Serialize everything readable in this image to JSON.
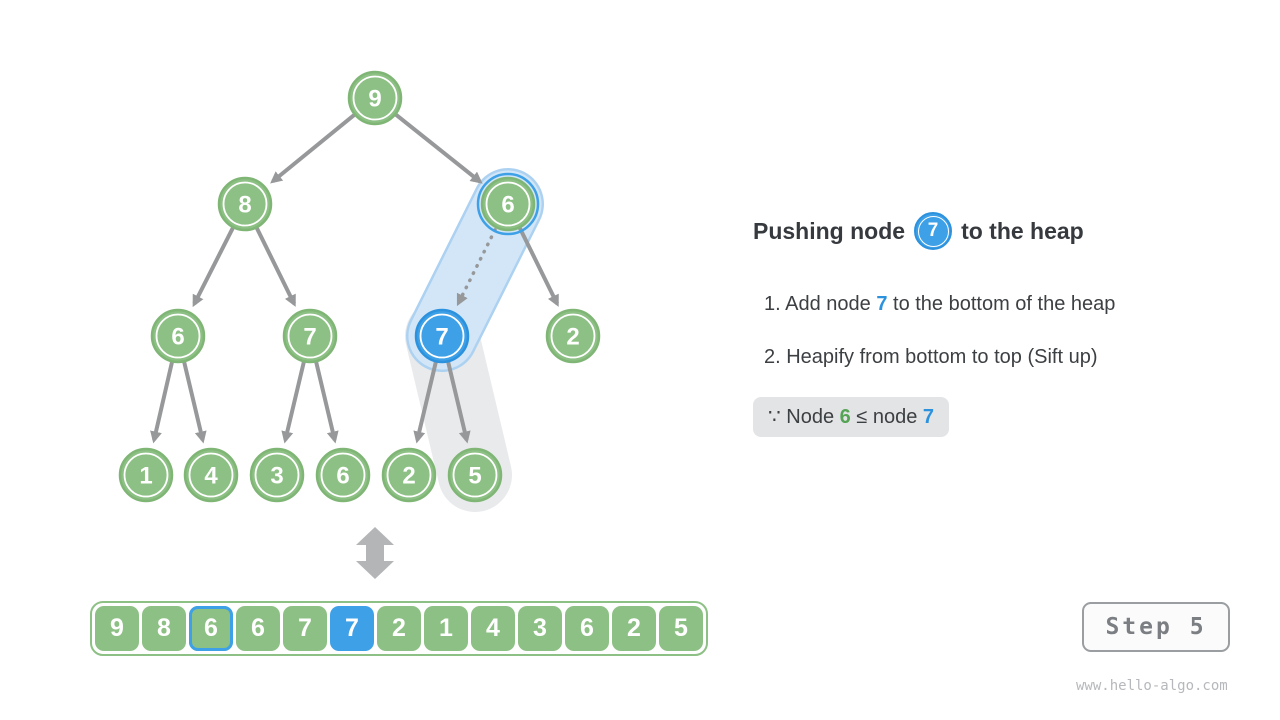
{
  "colors": {
    "green": "#8DC084",
    "green_dark": "#7FB575",
    "blue": "#3EA0E6",
    "blue_dark": "#2D92DE",
    "hl_green": "#55A455",
    "edge": "#96989A",
    "pill_blue": "#D2E6F8",
    "pill_blue_border": "#ADD2F1",
    "pill_gray": "#E9EAEC",
    "arrow_gray": "#B3B5B7",
    "text_dark": "#36393D",
    "note_bg": "#E3E4E6"
  },
  "title": {
    "prefix": "Pushing node",
    "node_value": "7",
    "suffix": "to the heap"
  },
  "steps": [
    {
      "prefix": "1. Add node ",
      "highlight": "7",
      "suffix": " to the bottom of the heap"
    },
    {
      "prefix": "2. Heapify from bottom to top (Sift up)",
      "highlight": "",
      "suffix": ""
    }
  ],
  "note": {
    "because": "∵ ",
    "prefix": "Node ",
    "green_value": "6",
    "middle": " ≤ node ",
    "blue_value": "7"
  },
  "step_badge": "Step 5",
  "watermark": "www.hello-algo.com",
  "tree": {
    "nodes": [
      {
        "id": "n0",
        "value": "9",
        "style": "green"
      },
      {
        "id": "n1",
        "value": "8",
        "style": "green"
      },
      {
        "id": "n2",
        "value": "6",
        "style": "blue-ring"
      },
      {
        "id": "n3",
        "value": "6",
        "style": "green"
      },
      {
        "id": "n4",
        "value": "7",
        "style": "green"
      },
      {
        "id": "n5",
        "value": "7",
        "style": "blue-fill"
      },
      {
        "id": "n6",
        "value": "2",
        "style": "green"
      },
      {
        "id": "n7",
        "value": "1",
        "style": "green"
      },
      {
        "id": "n8",
        "value": "4",
        "style": "green"
      },
      {
        "id": "n9",
        "value": "3",
        "style": "green"
      },
      {
        "id": "n10",
        "value": "6",
        "style": "green"
      },
      {
        "id": "n11",
        "value": "2",
        "style": "green"
      },
      {
        "id": "n12",
        "value": "5",
        "style": "green"
      }
    ],
    "edges": [
      [
        "n0",
        "n1"
      ],
      [
        "n0",
        "n2"
      ],
      [
        "n1",
        "n3"
      ],
      [
        "n1",
        "n4"
      ],
      [
        "n2",
        "n6"
      ],
      [
        "n3",
        "n7"
      ],
      [
        "n3",
        "n8"
      ],
      [
        "n4",
        "n9"
      ],
      [
        "n4",
        "n10"
      ],
      [
        "n5",
        "n11"
      ],
      [
        "n5",
        "n12"
      ]
    ],
    "dotted_edge": [
      "n2",
      "n5"
    ],
    "pills": [
      {
        "from": "n5",
        "to": "n12",
        "style": "gray"
      },
      {
        "from": "n2",
        "to": "n5",
        "style": "blue"
      }
    ]
  },
  "array": {
    "values": [
      "9",
      "8",
      "6",
      "6",
      "7",
      "7",
      "2",
      "1",
      "4",
      "3",
      "6",
      "2",
      "5"
    ],
    "blue_border_index": 2,
    "blue_fill_index": 5
  }
}
